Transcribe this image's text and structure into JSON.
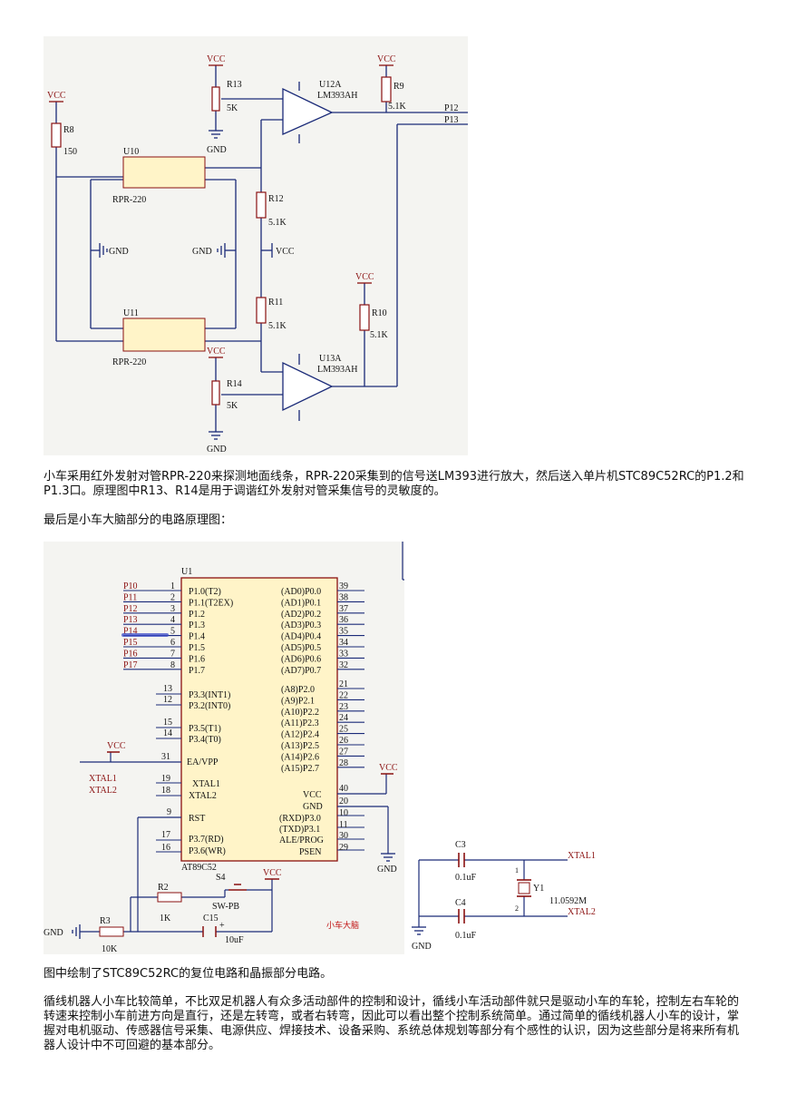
{
  "figure1": {
    "vcc": "VCC",
    "gnd": "GND",
    "r13": "R13",
    "r13_val": "5K",
    "r14": "R14",
    "r14_val": "5K",
    "r8": "R8",
    "r8_val": "150",
    "r9": "R9",
    "r9_val": "5.1K",
    "r10": "R10",
    "r10_val": "5.1K",
    "r11": "R11",
    "r11_val": "5.1K",
    "r12": "R12",
    "r12_val": "5.1K",
    "u12": "U12A",
    "u12_part": "LM393AH",
    "u13": "U13A",
    "u13_part": "LM393AH",
    "u10": "U10",
    "u10_part": "RPR-220",
    "u11": "U11",
    "u11_part": "RPR-220",
    "p12": "P12",
    "p13": "P13",
    "gnd_left": "GND",
    "gnd_right": "GND",
    "vcc_mid": "VCC"
  },
  "paragraph1": "小车采用红外发射对管RPR-220来探测地面线条，RPR-220采集到的信号送LM393进行放大，然后送入单片机STC89C52RC的P1.2和P1.3口。原理图中R13、R14是用于调谐红外发射对管采集信号的灵敏度的。",
  "paragraph2": "最后是小车大脑部分的电路原理图：",
  "figure2": {
    "u1": "U1",
    "chip": "AT89C52",
    "left_nets": [
      "P10",
      "P11",
      "P12",
      "P13",
      "P14",
      "P15",
      "P16",
      "P17"
    ],
    "left_pins": [
      "P1.0(T2)",
      "P1.1(T2EX)",
      "P1.2",
      "P1.3",
      "P1.4",
      "P1.5",
      "P1.6",
      "P1.7"
    ],
    "left_nums": [
      "1",
      "2",
      "3",
      "4",
      "5",
      "6",
      "7",
      "8"
    ],
    "p3_pins": [
      "P3.3(INT1)",
      "P3.2(INT0)",
      "P3.5(T1)",
      "P3.4(T0)"
    ],
    "p3_nums": [
      "13",
      "12",
      "15",
      "14"
    ],
    "ea": "EA/VPP",
    "ea_num": "31",
    "xtal1": "XTAL1",
    "xtal2": "XTAL2",
    "xtal1_num": "19",
    "xtal2_num": "18",
    "xtal1_net": "XTAL1",
    "xtal2_net": "XTAL2",
    "rst": "RST",
    "rst_num": "9",
    "rd": "P3.7(RD)",
    "rd_num": "17",
    "wr": "P3.6(WR)",
    "wr_num": "16",
    "p0_pins": [
      "(AD0)P0.0",
      "(AD1)P0.1",
      "(AD2)P0.2",
      "(AD3)P0.3",
      "(AD4)P0.4",
      "(AD5)P0.5",
      "(AD6)P0.6",
      "(AD7)P0.7"
    ],
    "p0_nums": [
      "39",
      "38",
      "37",
      "36",
      "35",
      "34",
      "33",
      "32"
    ],
    "p2_pins": [
      "(A8)P2.0",
      "(A9)P2.1",
      "(A10)P2.2",
      "(A11)P2.3",
      "(A12)P2.4",
      "(A13)P2.5",
      "(A14)P2.6",
      "(A15)P2.7"
    ],
    "p2_nums": [
      "21",
      "22",
      "23",
      "24",
      "25",
      "26",
      "27",
      "28"
    ],
    "vcc_pin": "VCC",
    "vcc_num": "40",
    "gnd_pin": "GND",
    "gnd_num": "20",
    "rxd": "(RXD)P3.0",
    "rxd_num": "10",
    "txd": "(TXD)P3.1",
    "txd_num": "11",
    "ale": "ALE/PROG",
    "ale_num": "30",
    "psen": "PSEN",
    "psen_num": "29",
    "vcc": "VCC",
    "gnd": "GND",
    "r2": "R2",
    "r2_val": "1K",
    "r3": "R3",
    "r3_val": "10K",
    "s4": "S4",
    "s4_part": "SW-PB",
    "c15": "C15",
    "c15_val": "10uF",
    "c15_plus": "+",
    "c3": "C3",
    "c3_val": "0.1uF",
    "c4": "C4",
    "c4_val": "0.1uF",
    "y1": "Y1",
    "y1_val": "11.0592M",
    "pin1": "1",
    "pin2": "2",
    "gnd_left": "GND",
    "watermark": "小车大脑"
  },
  "paragraph3": "图中绘制了STC89C52RC的复位电路和晶振部分电路。",
  "paragraph4": "循线机器人小车比较简单，不比双足机器人有众多活动部件的控制和设计，循线小车活动部件就只是驱动小车的车轮，控制左右车轮的转速来控制小车前进方向是直行，还是左转弯，或者右转弯，因此可以看出整个控制系统简单。通过简单的循线机器人小车的设计，掌握对电机驱动、传感器信号采集、电源供应、焊接技术、设备采购、系统总体规划等部分有个感性的认识，因为这些部分是将来所有机器人设计中不可回避的基本部分。",
  "colors": {
    "wire": "#1a2a78",
    "label_red": "#8a1010",
    "component": "#8a1010",
    "ic_fill": "#fff4c8",
    "highlight": "#3c4cc8"
  }
}
